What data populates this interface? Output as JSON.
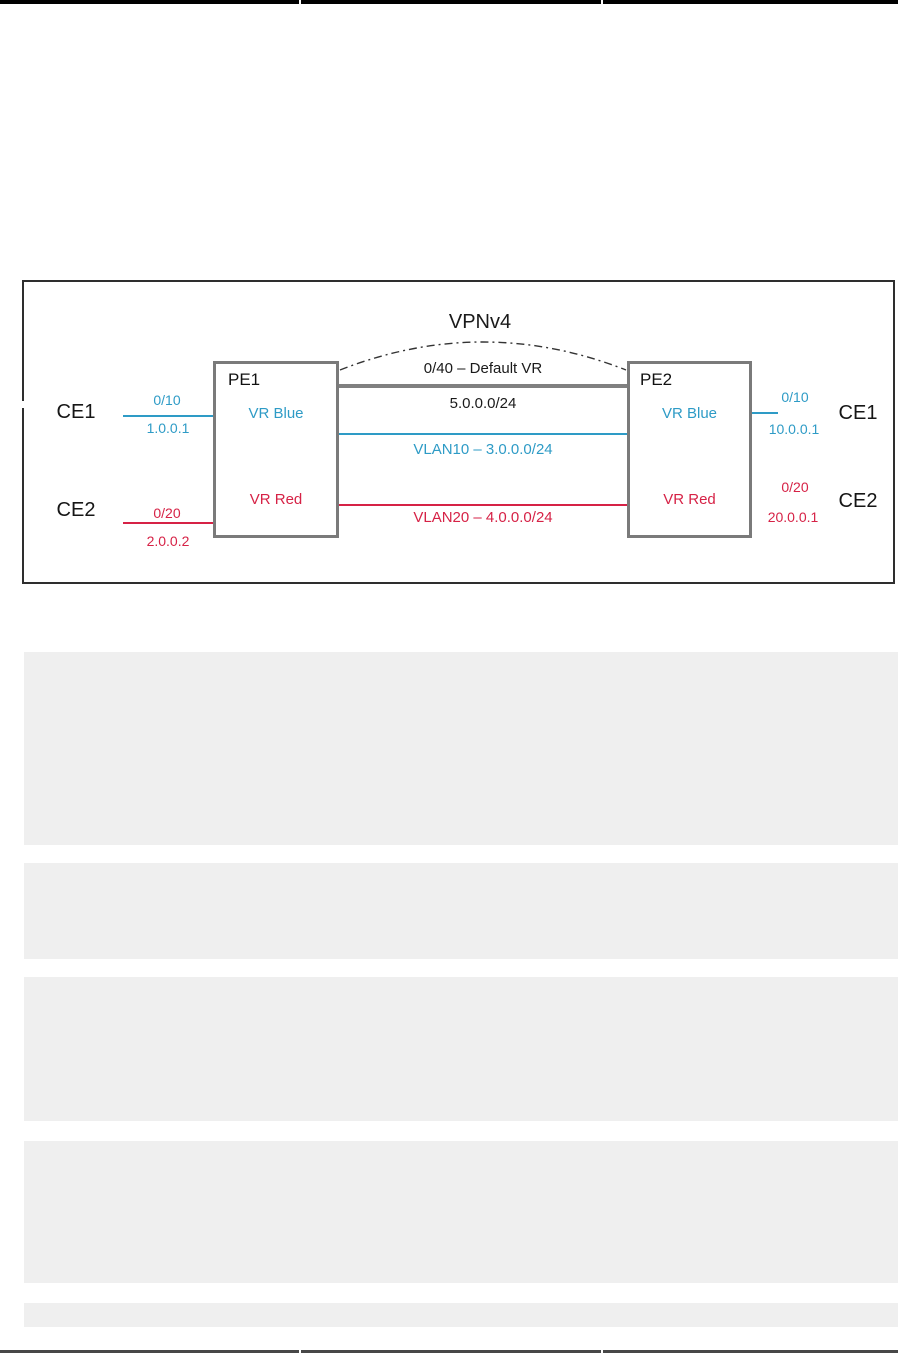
{
  "diagram": {
    "title": "VPNv4",
    "pe1": {
      "name": "PE1",
      "vr_blue": "VR Blue",
      "vr_red": "VR Red"
    },
    "pe2": {
      "name": "PE2",
      "vr_blue": "VR Blue",
      "vr_red": "VR Red"
    },
    "core_links": {
      "default_vr": "0/40 – Default VR",
      "default_vr_subnet": "5.0.0.0/24",
      "vlan10": "VLAN10 – 3.0.0.0/24",
      "vlan20": "VLAN20 – 4.0.0.0/24"
    },
    "ce_left": {
      "ce1": {
        "name": "CE1",
        "port": "0/10",
        "ip": "1.0.0.1"
      },
      "ce2": {
        "name": "CE2",
        "port": "0/20",
        "ip": "2.0.0.2"
      }
    },
    "ce_right": {
      "ce1": {
        "name": "CE1",
        "port": "0/10",
        "ip": "10.0.0.1"
      },
      "ce2": {
        "name": "CE2",
        "port": "0/20",
        "ip": "20.0.0.1"
      }
    },
    "colors": {
      "vr_blue": "#2E9BC6",
      "vr_red": "#D62246",
      "core_line": "#808080"
    }
  }
}
